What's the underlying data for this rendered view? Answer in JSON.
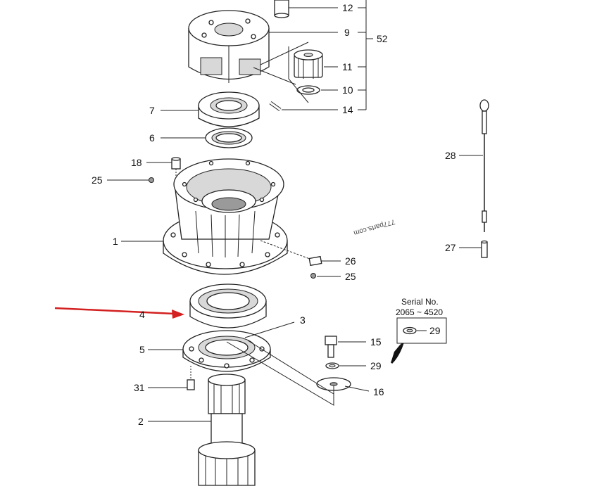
{
  "callouts": [
    {
      "id": "c12",
      "text": "12"
    },
    {
      "id": "c9",
      "text": "9"
    },
    {
      "id": "c52",
      "text": "52"
    },
    {
      "id": "c11",
      "text": "11"
    },
    {
      "id": "c10",
      "text": "10"
    },
    {
      "id": "c14",
      "text": "14"
    },
    {
      "id": "c7",
      "text": "7"
    },
    {
      "id": "c6",
      "text": "6"
    },
    {
      "id": "c18",
      "text": "18"
    },
    {
      "id": "c25a",
      "text": "25"
    },
    {
      "id": "c28",
      "text": "28"
    },
    {
      "id": "c1",
      "text": "1"
    },
    {
      "id": "c26",
      "text": "26"
    },
    {
      "id": "c25b",
      "text": "25"
    },
    {
      "id": "c27",
      "text": "27"
    },
    {
      "id": "c4",
      "text": "4"
    },
    {
      "id": "c3",
      "text": "3"
    },
    {
      "id": "c5",
      "text": "5"
    },
    {
      "id": "c15",
      "text": "15"
    },
    {
      "id": "c29a",
      "text": "29"
    },
    {
      "id": "c31",
      "text": "31"
    },
    {
      "id": "c16",
      "text": "16"
    },
    {
      "id": "c2",
      "text": "2"
    }
  ],
  "serial_box": {
    "title": "Serial No.",
    "range": "2065 ~ 4520",
    "part": "29"
  },
  "watermark": "777parts.com",
  "colors": {
    "arrow": "#d42020",
    "line": "#222222"
  }
}
